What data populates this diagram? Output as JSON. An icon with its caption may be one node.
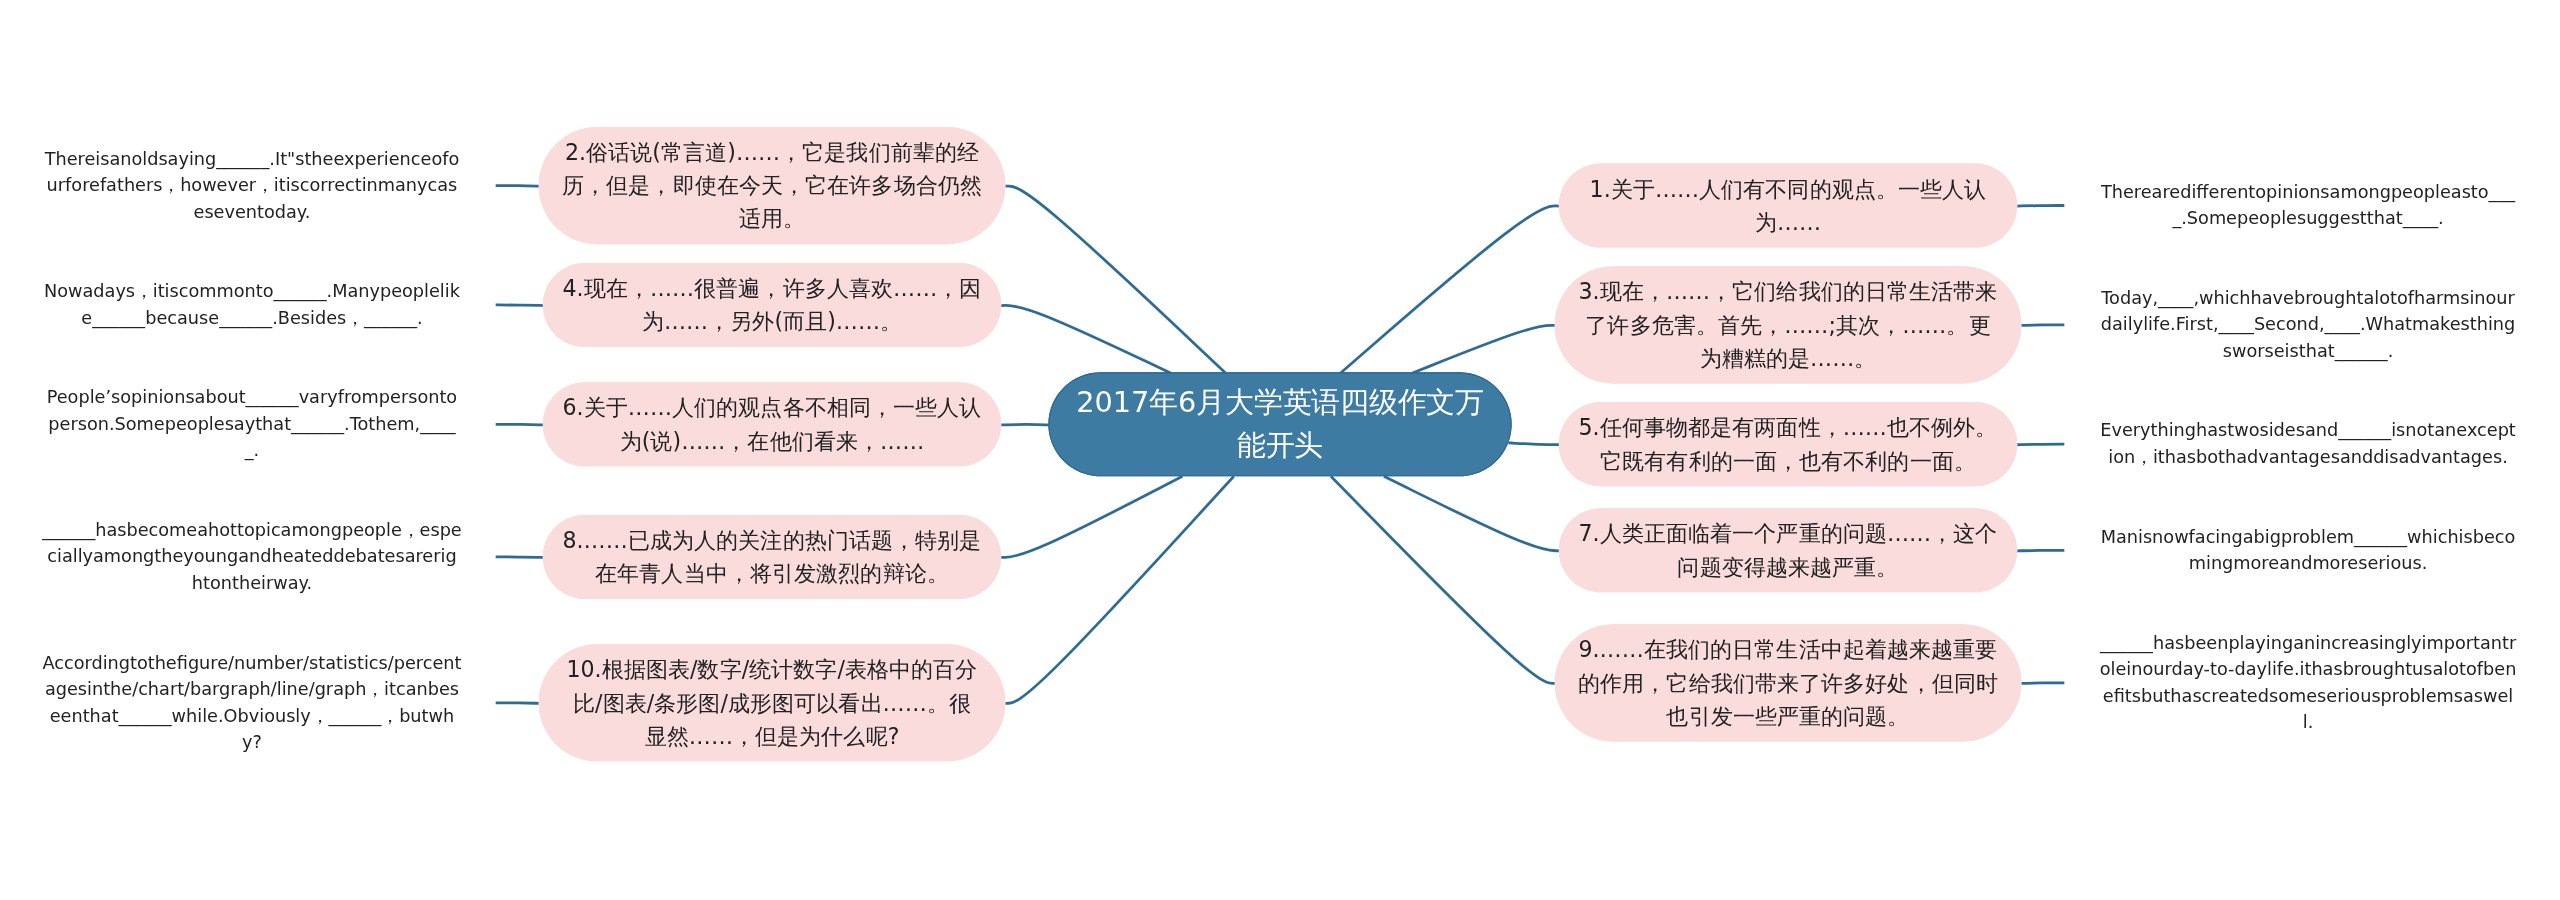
{
  "diagram": {
    "nodes": [
      {
        "text": [
          "2017年6月大学英语四级作文万能开头"
        ]
      },
      {
        "text": [
          "1.关于……人们有不同的观点。一些人认为……"
        ]
      },
      {
        "text": [
          "Therearedifferentopinionsamongpeopleasto____.Somepeoplesuggestthat____."
        ]
      },
      {
        "text": [
          "2.俗话说(常言道)……，它是我们前辈的经历，但是，即使在今天，它在许多场合仍然适用。"
        ]
      },
      {
        "text": [
          "Thereisanoldsaying______.It\"stheexperienceofourforefathers，however，itiscorrectinmanycaseseventoday."
        ]
      },
      {
        "text": [
          "3.现在，……，它们给我们的日常生活带来了许多危害。首先，……;其次，……。更为糟糕的是……。"
        ]
      },
      {
        "text": [
          "Today,____,whichhavebroughtalotofharmsinourdailylife.First,____Second,____.Whatmakesthingsworseisthat______."
        ]
      },
      {
        "text": [
          "4.现在，……很普遍，许多人喜欢……，因为……，另外(而且)……。"
        ]
      },
      {
        "text": [
          "Nowadays，itiscommonto______.Manypeoplelike______because______.Besides，______."
        ]
      },
      {
        "text": [
          "5.任何事物都是有两面性，……也不例外。它既有有利的一面，也有不利的一面。"
        ]
      },
      {
        "text": [
          "Everythinghastwosidesand______isnotanexception，ithasbothadvantagesanddisadvantages."
        ]
      },
      {
        "text": [
          "6.关于……人们的观点各不相同，一些人认为(说)……，在他们看来，……"
        ]
      },
      {
        "text": [
          "People’sopinionsabout______varyfrompersontoperson.Somepeoplesaythat______.Tothem,_____."
        ]
      },
      {
        "text": [
          "7.人类正面临着一个严重的问题……，这个问题变得越来越严重。"
        ]
      },
      {
        "text": [
          "Manisnowfacingabigproblem______whichisbecomingmoreandmoreserious."
        ]
      },
      {
        "text": [
          "8.……已成为人的关注的热门话题，特别是在年青人当中，将引发激烈的辩论。"
        ]
      },
      {
        "text": [
          "______hasbecomeahottopicamongpeople，especiallyamongtheyoungandheateddebatesarerightontheirway."
        ]
      },
      {
        "text": [
          "9.……在我们的日常生活中起着越来越重要的作用，它给我们带来了许多好处，但同时也引发一些严重的问题。"
        ]
      },
      {
        "text": [
          "______hasbeenplayinganincreasinglyimportantroleinourday-to-daylife.ithasbroughtusalotofbenefitsbuthascreatedsomeseriousproblemsaswell."
        ]
      },
      {
        "text": [
          "10.根据图表/数字/统计数字/表格中的百分比/图表/条形图/成形图可以看出……。很显然……，但是为什么呢?"
        ]
      },
      {
        "text": [
          "Accordingtothefigure/number/statistics/percentagesinthe/chart/bargraph/line/graph，itcanbeseenthat______while.Obviously，______，butwhy?"
        ]
      }
    ],
    "edges": [
      {
        "from": 0,
        "to": 1,
        "arrow": "none"
      },
      {
        "from": 1,
        "to": 2,
        "arrow": "none"
      },
      {
        "from": 3,
        "to": 0,
        "arrow": "none"
      },
      {
        "from": 4,
        "to": 3,
        "arrow": "none"
      },
      {
        "from": 0,
        "to": 5,
        "arrow": "none"
      },
      {
        "from": 5,
        "to": 6,
        "arrow": "none"
      },
      {
        "from": 7,
        "to": 0,
        "arrow": "none"
      },
      {
        "from": 8,
        "to": 7,
        "arrow": "none"
      },
      {
        "from": 0,
        "to": 9,
        "arrow": "none"
      },
      {
        "from": 9,
        "to": 10,
        "arrow": "none"
      },
      {
        "from": 11,
        "to": 0,
        "arrow": "none"
      },
      {
        "from": 12,
        "to": 11,
        "arrow": "none"
      },
      {
        "from": 0,
        "to": 13,
        "arrow": "none"
      },
      {
        "from": 13,
        "to": 14,
        "arrow": "none"
      },
      {
        "from": 15,
        "to": 0,
        "arrow": "none"
      },
      {
        "from": 16,
        "to": 15,
        "arrow": "none"
      },
      {
        "from": 0,
        "to": 17,
        "arrow": "none"
      },
      {
        "from": 17,
        "to": 18,
        "arrow": "none"
      },
      {
        "from": 19,
        "to": 0,
        "arrow": "none"
      },
      {
        "from": 20,
        "to": 19,
        "arrow": "none"
      }
    ]
  }
}
